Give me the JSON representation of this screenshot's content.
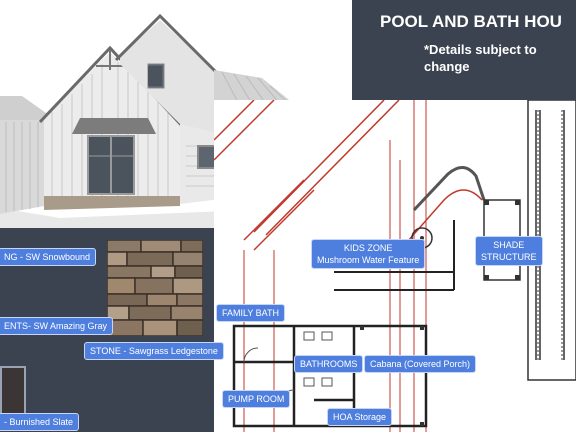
{
  "title": "POOL AND BATH HOU",
  "subtitle": "*Details subject to change",
  "finish_labels": {
    "siding": "NG - SW Snowbound",
    "accents": "ENTS- SW Amazing Gray",
    "stone": "STONE - Sawgrass Ledgestone",
    "slate": "- Burnished Slate"
  },
  "plan_labels": {
    "kids_zone_line1": "KIDS ZONE",
    "kids_zone_line2": "Mushroom Water Feature",
    "shade_line1": "SHADE",
    "shade_line2": "STRUCTURE",
    "family_bath": "FAMILY BATH",
    "bathrooms": "BATHROOMS",
    "cabana": "Cabana (Covered Porch)",
    "pump_room": "PUMP ROOM",
    "hoa_storage": "HOA Storage"
  },
  "colors": {
    "background": "#3b4350",
    "label": "#4f7fde",
    "plan_red": "#c0392b"
  }
}
